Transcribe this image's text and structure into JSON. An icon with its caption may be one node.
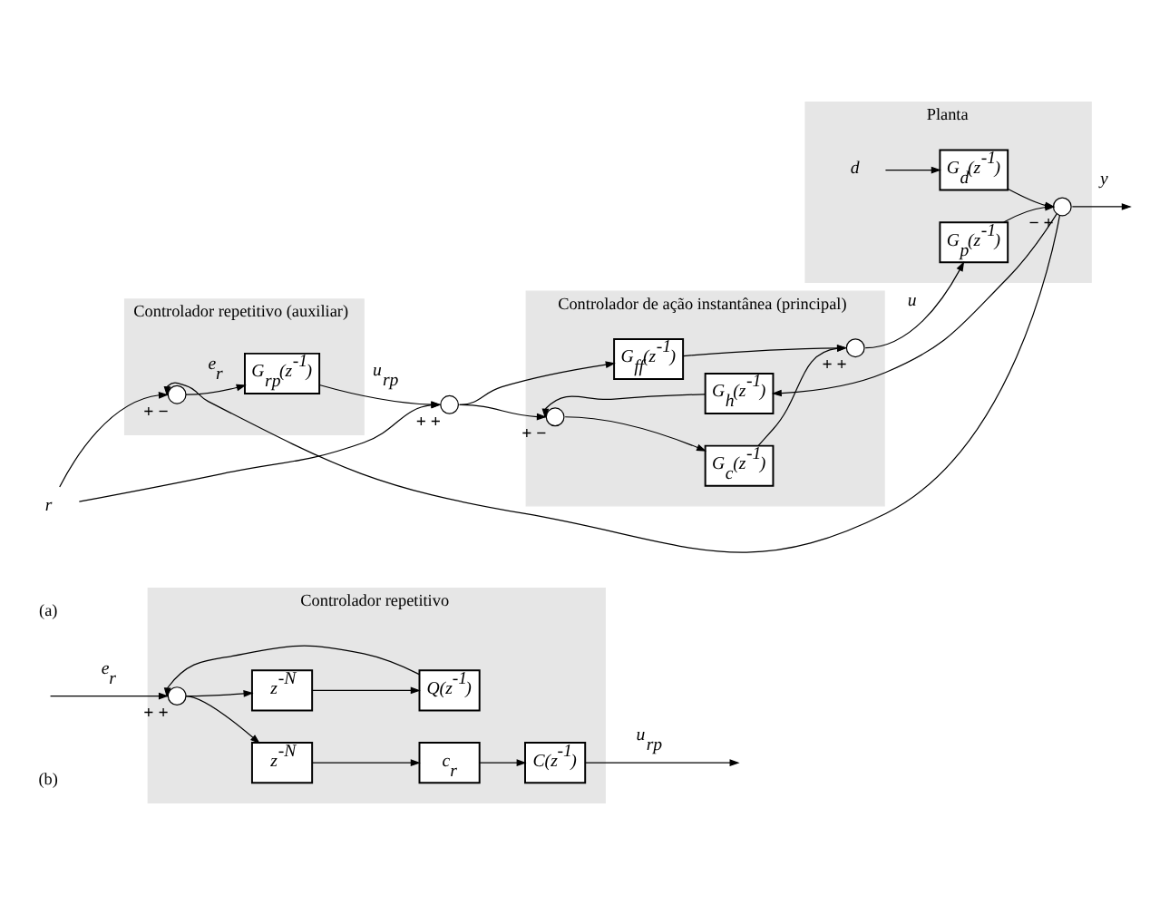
{
  "diagram": {
    "nodes": [
      {
        "text": [
          "Controlador repetitivo (auxiliar)"
        ]
      },
      {
        "text": [
          "Controlador de ação instantânea (principal)"
        ]
      },
      {
        "text": [
          "Planta"
        ]
      },
      {
        "text": [
          "r"
        ]
      },
      {
        "text": [],
        "shape": "circle",
        "beside": [
          "+",
          "+"
        ]
      },
      {
        "text": [],
        "shape": "circle",
        "in": 0,
        "beside": [
          "+",
          "−"
        ]
      },
      {
        "text": [
          "G$_{rp}$(z$^{-1}$)"
        ],
        "in": 0
      },
      {
        "text": [
          "G$_{ff}$(z$^{-1}$)"
        ],
        "in": 1
      },
      {
        "text": [],
        "shape": "circle",
        "in": 1,
        "beside": [
          "+",
          "−"
        ]
      },
      {
        "text": [
          "G$_{c}$(z$^{-1}$)"
        ],
        "in": 1
      },
      {
        "text": [
          "G$_{h}$(z$^{-1}$)"
        ],
        "in": 1
      },
      {
        "text": [],
        "shape": "circle",
        "in": 1,
        "beside": [
          "+",
          "+"
        ]
      },
      {
        "text": [
          "d"
        ],
        "in": 2
      },
      {
        "text": [
          "G$_{d}$(z$^{-1}$)"
        ],
        "in": 2
      },
      {
        "text": [
          "G$_{p}$(z$^{-1}$)"
        ],
        "in": 2
      },
      {
        "text": [],
        "shape": "circle",
        "in": 2,
        "beside": [
          "−",
          "+"
        ]
      },
      {
        "text": [
          "Controlador repetitivo"
        ]
      },
      {
        "text": [],
        "shape": "circle",
        "in": 16,
        "beside": [
          "+",
          "+"
        ]
      },
      {
        "text": [
          "z$^{-N}$"
        ],
        "in": 16
      },
      {
        "text": [
          "c$_{r}$"
        ],
        "in": 16
      },
      {
        "text": [
          "C(z$^{-1}$)"
        ],
        "in": 16
      },
      {
        "text": [
          "Q(z$^{-1}$)"
        ],
        "in": 16
      },
      {
        "text": [
          "z$^{-N}$"
        ],
        "in": 16
      }
    ],
    "edges": [
      {
        "from": 3,
        "to": 4,
        "arrow": "to"
      },
      {
        "from": 3,
        "to": 5,
        "arrow": "to"
      },
      {
        "from": 5,
        "to": 6,
        "arrow": "to",
        "label": "e$_{r}$"
      },
      {
        "from": 6,
        "to": 4,
        "arrow": "to",
        "label": "u$_{rp}$"
      },
      {
        "from": 4,
        "to": 7,
        "arrow": "to"
      },
      {
        "from": 4,
        "to": 8,
        "arrow": "to"
      },
      {
        "from": 8,
        "to": 9,
        "arrow": "to"
      },
      {
        "from": 7,
        "to": 11,
        "arrow": "to"
      },
      {
        "from": 9,
        "to": 11,
        "arrow": "to"
      },
      {
        "from": 10,
        "to": 8,
        "arrow": "to"
      },
      {
        "from": 11,
        "to": 14,
        "arrow": "to",
        "label": "u"
      },
      {
        "from": 12,
        "to": 13,
        "arrow": "to"
      },
      {
        "from": 13,
        "to": 15,
        "arrow": "to"
      },
      {
        "from": 14,
        "to": 15,
        "arrow": "to"
      },
      {
        "from": 15,
        "to": null,
        "arrow": "to",
        "label": "y"
      },
      {
        "from": 15,
        "to": 10,
        "arrow": "to"
      },
      {
        "from": 15,
        "to": 5,
        "arrow": "to"
      },
      {
        "from": null,
        "to": 17,
        "arrow": "to",
        "label": "e$_{r}$"
      },
      {
        "from": 17,
        "to": 18,
        "arrow": "to"
      },
      {
        "from": 17,
        "to": 22,
        "arrow": "to"
      },
      {
        "from": 18,
        "to": 19,
        "arrow": "to"
      },
      {
        "from": 19,
        "to": 20,
        "arrow": "to"
      },
      {
        "from": 20,
        "to": null,
        "arrow": "to",
        "label": "u$_{rp}$"
      },
      {
        "from": 22,
        "to": 21,
        "arrow": "to"
      },
      {
        "from": 21,
        "to": 17,
        "arrow": "to"
      }
    ],
    "labels": [
      "(a)",
      "(b)"
    ]
  }
}
